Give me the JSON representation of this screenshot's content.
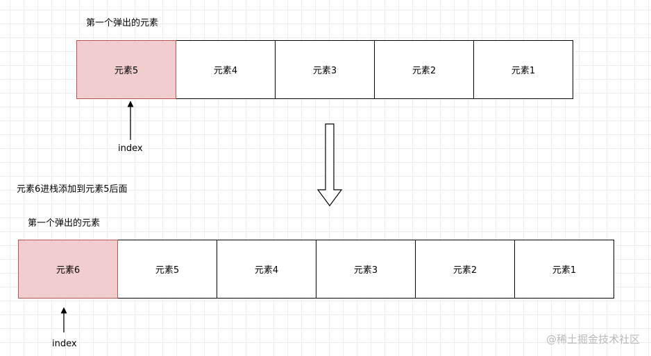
{
  "top": {
    "caption": "第一个弹出的元素",
    "cells": [
      "元素5",
      "元素4",
      "元素3",
      "元素2",
      "元素1"
    ],
    "index_label": "index"
  },
  "transition_label": "元素6进栈添加到元素5后面",
  "bottom": {
    "caption": "第一个弹出的元素",
    "cells": [
      "元素6",
      "元素5",
      "元素4",
      "元素3",
      "元素2",
      "元素1"
    ],
    "index_label": "index"
  },
  "watermark": "@稀土掘金技术社区",
  "colors": {
    "highlight_fill": "#f2cdcd",
    "highlight_stroke": "#b85450"
  }
}
